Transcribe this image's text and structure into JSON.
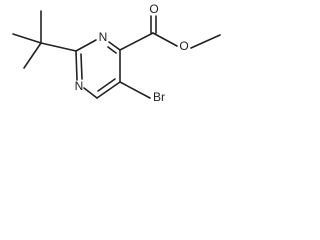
{
  "molecule": {
    "atom_labels": {
      "n1": "N",
      "n3": "N",
      "o_carbonyl": "O",
      "o_ester": "O",
      "br": "Br"
    }
  }
}
